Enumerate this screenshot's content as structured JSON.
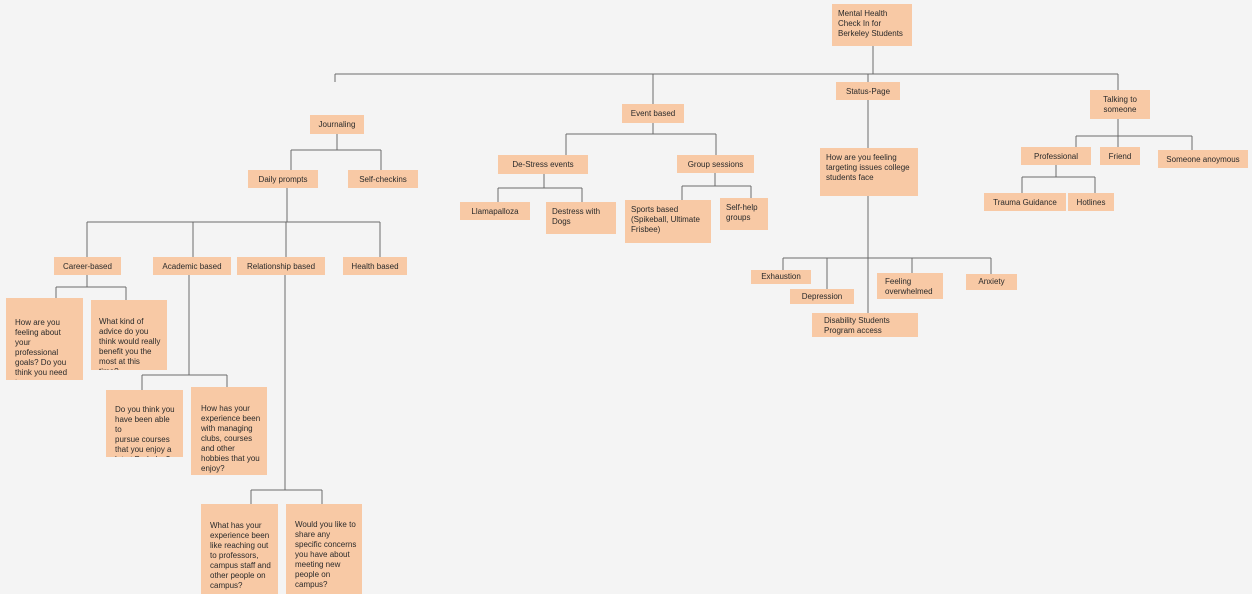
{
  "diagram": {
    "nodes": [
      {
        "id": "root",
        "label": "Mental Health\nCheck In for\nBerkeley Students"
      },
      {
        "id": "journaling",
        "label": "Journaling"
      },
      {
        "id": "event_based",
        "label": "Event based"
      },
      {
        "id": "status_page",
        "label": "Status-Page"
      },
      {
        "id": "talking",
        "label": "Talking to\nsomeone"
      },
      {
        "id": "daily_prompts",
        "label": "Daily prompts"
      },
      {
        "id": "self_checkins",
        "label": "Self-checkins"
      },
      {
        "id": "destress_events",
        "label": "De-Stress events"
      },
      {
        "id": "group_sessions",
        "label": "Group sessions"
      },
      {
        "id": "llamapalooza",
        "label": "Llamapalloza"
      },
      {
        "id": "destress_dogs",
        "label": "Destress with\nDogs"
      },
      {
        "id": "sports",
        "label": "Sports based\n(Spikeball, Ultimate\nFrisbee)"
      },
      {
        "id": "self_help",
        "label": "Self-help\ngroups"
      },
      {
        "id": "how_feeling",
        "label": "How are you feeling\ntargeting issues college\nstudents face"
      },
      {
        "id": "exhaustion",
        "label": "Exhaustion"
      },
      {
        "id": "depression",
        "label": "Depression"
      },
      {
        "id": "overwhelmed",
        "label": "Feeling\noverwhelmed"
      },
      {
        "id": "anxiety",
        "label": "Anxiety"
      },
      {
        "id": "dsp",
        "label": "Disability Students\nProgram access"
      },
      {
        "id": "professional",
        "label": "Professional"
      },
      {
        "id": "friend",
        "label": "Friend"
      },
      {
        "id": "anonymous",
        "label": "Someone anoymous"
      },
      {
        "id": "trauma",
        "label": "Trauma Guidance"
      },
      {
        "id": "hotlines",
        "label": "Hotlines"
      },
      {
        "id": "career",
        "label": "Career-based"
      },
      {
        "id": "academic",
        "label": "Academic based"
      },
      {
        "id": "relationship",
        "label": "Relationship based"
      },
      {
        "id": "health",
        "label": "Health based"
      },
      {
        "id": "career_q1",
        "label": "How are you\nfeeling about your\nprofessional\ngoals? Do you\nthink you need to\nredefine them?"
      },
      {
        "id": "career_q2",
        "label": "What kind of\nadvice do you\nthink would really\nbenefit you the\nmost at this time?"
      },
      {
        "id": "academic_q1",
        "label": "Do you think you\nhave been able to\npursue courses\nthat you enjoy a\nlot at Berkeley?"
      },
      {
        "id": "academic_q2",
        "label": "How has your\nexperience been\nwith managing\nclubs, courses\nand other\nhobbies that you\nenjoy?"
      },
      {
        "id": "relationship_q1",
        "label": "What has your\nexperience been\nlike reaching out\nto professors,\ncampus staff and\nother people on\ncampus?"
      },
      {
        "id": "relationship_q2",
        "label": "Would you like to\nshare any\nspecific concerns\nyou have about\nmeeting new\npeople on\ncampus?"
      }
    ],
    "edges": [
      [
        "root",
        "journaling"
      ],
      [
        "root",
        "event_based"
      ],
      [
        "root",
        "status_page"
      ],
      [
        "root",
        "talking"
      ],
      [
        "journaling",
        "daily_prompts"
      ],
      [
        "journaling",
        "self_checkins"
      ],
      [
        "event_based",
        "destress_events"
      ],
      [
        "event_based",
        "group_sessions"
      ],
      [
        "destress_events",
        "llamapalooza"
      ],
      [
        "destress_events",
        "destress_dogs"
      ],
      [
        "group_sessions",
        "sports"
      ],
      [
        "group_sessions",
        "self_help"
      ],
      [
        "status_page",
        "how_feeling"
      ],
      [
        "how_feeling",
        "exhaustion"
      ],
      [
        "how_feeling",
        "depression"
      ],
      [
        "how_feeling",
        "overwhelmed"
      ],
      [
        "how_feeling",
        "anxiety"
      ],
      [
        "how_feeling",
        "dsp"
      ],
      [
        "talking",
        "professional"
      ],
      [
        "talking",
        "friend"
      ],
      [
        "talking",
        "anonymous"
      ],
      [
        "professional",
        "trauma"
      ],
      [
        "professional",
        "hotlines"
      ],
      [
        "daily_prompts",
        "career"
      ],
      [
        "daily_prompts",
        "academic"
      ],
      [
        "daily_prompts",
        "relationship"
      ],
      [
        "daily_prompts",
        "health"
      ],
      [
        "career",
        "career_q1"
      ],
      [
        "career",
        "career_q2"
      ],
      [
        "academic",
        "academic_q1"
      ],
      [
        "academic",
        "academic_q2"
      ],
      [
        "relationship",
        "relationship_q1"
      ],
      [
        "relationship",
        "relationship_q2"
      ]
    ]
  }
}
